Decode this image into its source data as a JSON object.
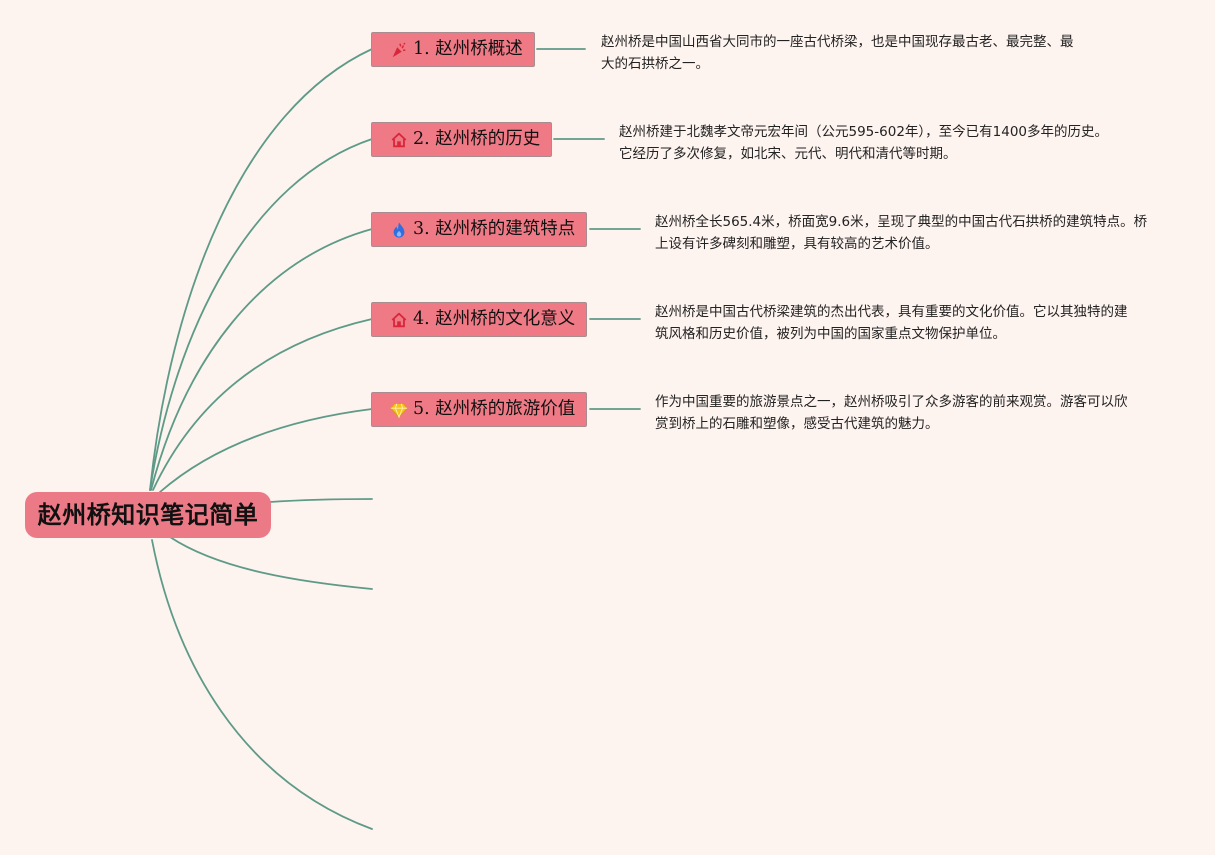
{
  "root": {
    "title": "赵州桥知识笔记简单"
  },
  "topics": [
    {
      "label": "1. 赵州桥概述",
      "icon": "party-popper-icon",
      "desc": [
        "赵州桥是中国山西省大同市的一座古代桥梁，也是中国现存最古老、最完整、最",
        "大的石拱桥之一。"
      ]
    },
    {
      "label": "2. 赵州桥的历史",
      "icon": "house-icon",
      "desc": [
        "赵州桥建于北魏孝文帝元宏年间（公元595-602年），至今已有1400多年的历史。",
        "它经历了多次修复，如北宋、元代、明代和清代等时期。"
      ]
    },
    {
      "label": "3. 赵州桥的建筑特点",
      "icon": "flame-icon",
      "desc": [
        "赵州桥全长565.4米，桥面宽9.6米，呈现了典型的中国古代石拱桥的建筑特点。桥",
        "上设有许多碑刻和雕塑，具有较高的艺术价值。"
      ]
    },
    {
      "label": "4. 赵州桥的文化意义",
      "icon": "house-icon",
      "desc": [
        "赵州桥是中国古代桥梁建筑的杰出代表，具有重要的文化价值。它以其独特的建",
        "筑风格和历史价值，被列为中国的国家重点文物保护单位。"
      ]
    },
    {
      "label": "5. 赵州桥的旅游价值",
      "icon": "gem-icon",
      "desc": [
        "作为中国重要的旅游景点之一，赵州桥吸引了众多游客的前来观赏。游客可以欣",
        "赏到桥上的石雕和塑像，感受古代建筑的魅力。"
      ]
    }
  ],
  "colors": {
    "background": "#fdf3ef",
    "root_fill": "#ec7a86",
    "topic_fill": "#ef7a86",
    "connector": "#5e9a88",
    "icon_red": "#d8263a",
    "icon_blue": "#2f6fe0",
    "icon_yellow": "#f6c21d"
  }
}
